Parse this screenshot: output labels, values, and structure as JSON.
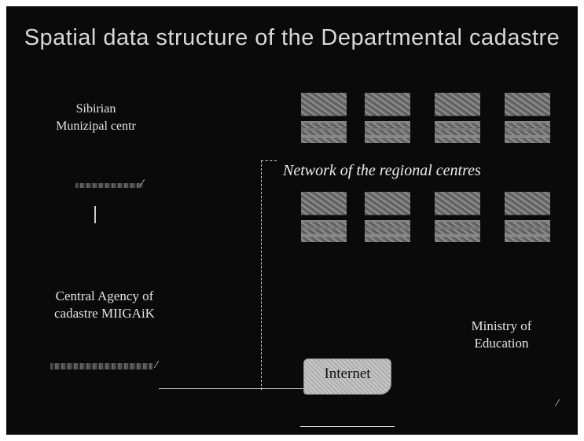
{
  "title": "Spatial data structure of the Departmental cadastre",
  "labels": {
    "sibirian": "Sibirian Munizipal centr",
    "network": "Network of the regional centres",
    "central": "Central Agency of cadastre MIIGAiK",
    "ministry": "Ministry of Education",
    "internet": "Internet"
  },
  "colors": {
    "background": "#0a0a0a",
    "text": "#e4e4e4",
    "internet_box": "#bdbdbd"
  }
}
